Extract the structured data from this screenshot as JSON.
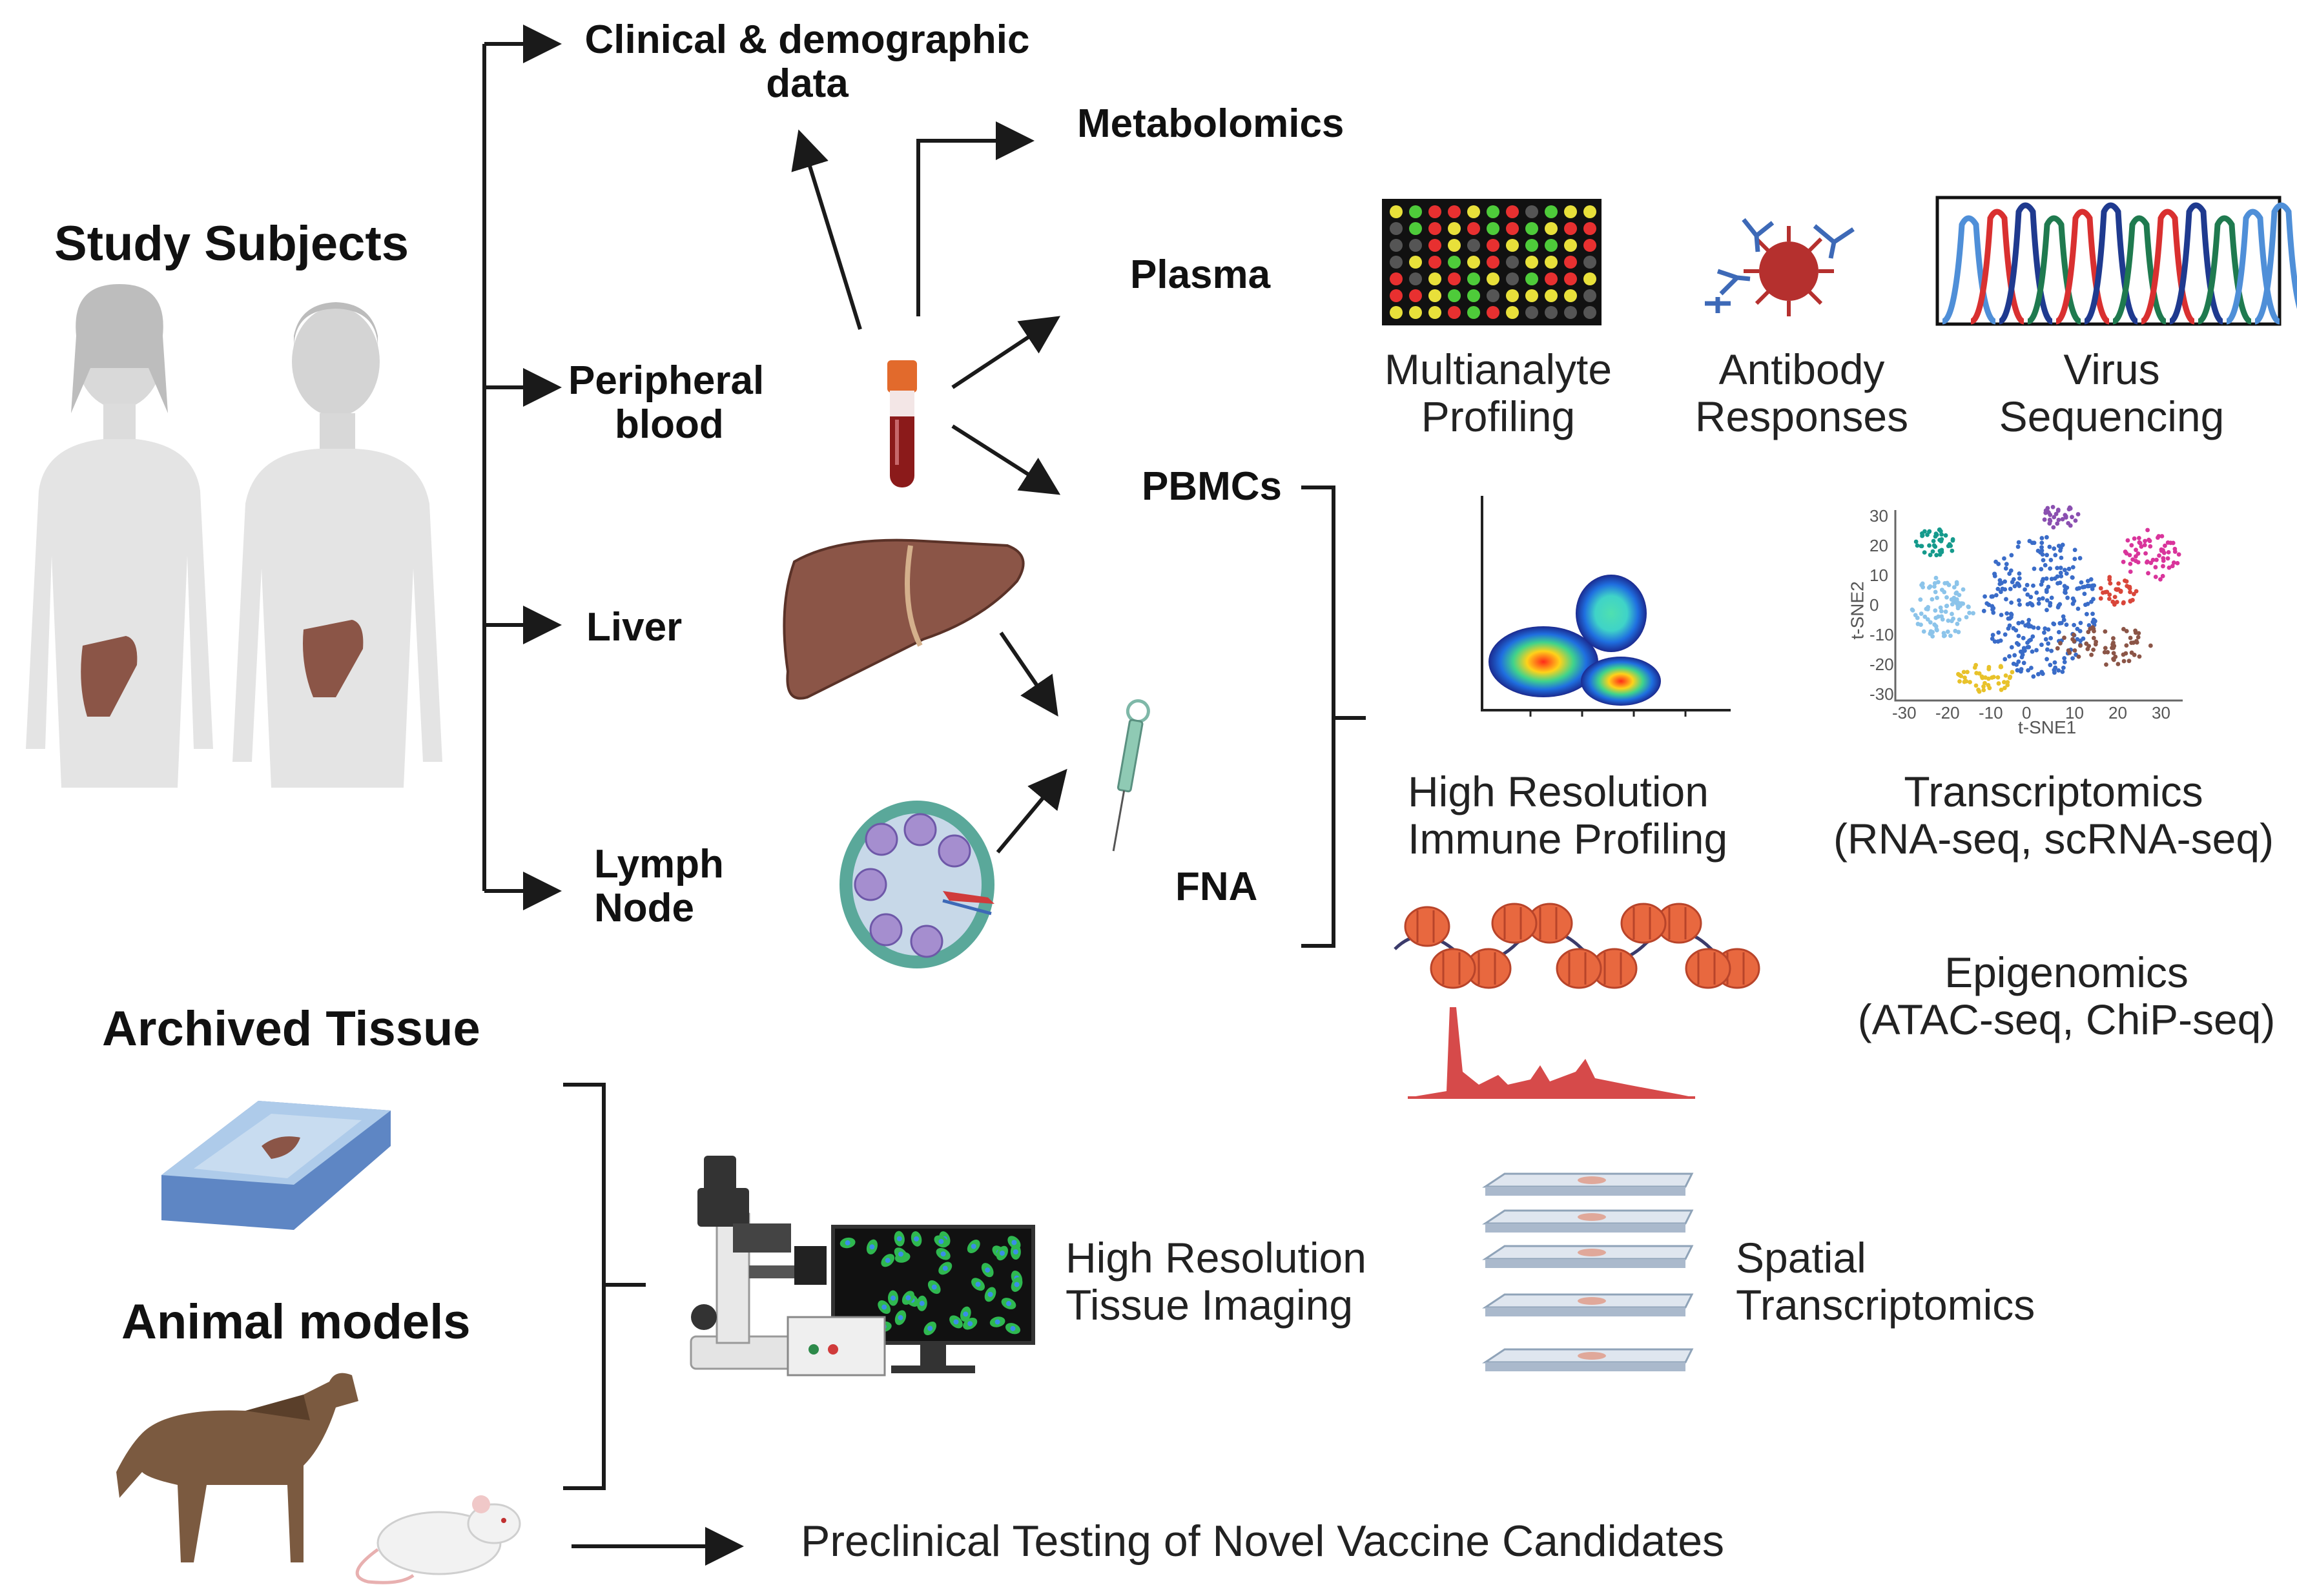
{
  "labels": {
    "study_subjects": "Study Subjects",
    "clinical_line1": "Clinical & demographic",
    "clinical_line2": "data",
    "metabolomics": "Metabolomics",
    "plasma": "Plasma",
    "peripheral_line1": "Peripheral",
    "peripheral_line2": "blood",
    "pbmcs": "PBMCs",
    "liver": "Liver",
    "lymph_line1": "Lymph",
    "lymph_line2": "Node",
    "fna": "FNA",
    "multianalyte_line1": "Multianalyte",
    "multianalyte_line2": "Profiling",
    "antibody_line1": "Antibody",
    "antibody_line2": "Responses",
    "virus_line1": "Virus",
    "virus_line2": "Sequencing",
    "immune_line1": "High Resolution",
    "immune_line2": "Immune Profiling",
    "transcriptomics_line1": "Transcriptomics",
    "transcriptomics_line2": "(RNA-seq, scRNA-seq)",
    "epigenomics_line1": "Epigenomics",
    "epigenomics_line2": "(ATAC-seq, ChiP-seq)",
    "archived_tissue": "Archived Tissue",
    "animal_models": "Animal models",
    "tissue_imaging_line1": "High Resolution",
    "tissue_imaging_line2": "Tissue Imaging",
    "spatial_line1": "Spatial",
    "spatial_line2": "Transcriptomics",
    "preclinical": "Preclinical Testing of Novel Vaccine Candidates"
  },
  "tsne": {
    "xlabel": "t-SNE1",
    "ylabel": "t-SNE2",
    "x_ticks": [
      "-30",
      "-20",
      "-10",
      "0",
      "10",
      "20",
      "30"
    ],
    "y_ticks": [
      "30",
      "20",
      "10",
      "0",
      "-10",
      "-20",
      "-30"
    ]
  },
  "colors": {
    "text": "#111111",
    "arrow": "#1a1a1a",
    "liver": "#8b5547",
    "blood": "#8b1a1a",
    "cap": "#e26a2c",
    "nucleosome": "#e8683f",
    "peak": "#d64a4a",
    "virus": "#b5302e",
    "antibody": "#3d69b7",
    "seq_blue": "#4f8fd8",
    "seq_red": "#d93030",
    "seq_green": "#1f7a4f",
    "seq_navy": "#1f3a8f",
    "slide": "#aab9cc",
    "horse": "#7b5a40"
  },
  "icons": [
    "female-body-icon",
    "male-body-icon",
    "blood-tube-icon",
    "liver-icon",
    "lymph-node-icon",
    "syringe-icon",
    "microarray-icon",
    "virus-antibody-icon",
    "sequencing-chromatogram-icon",
    "flow-cytometry-plot-icon",
    "tsne-plot-icon",
    "nucleosome-chain-icon",
    "peak-track-icon",
    "tissue-slide-icon",
    "microscope-icon",
    "monitor-icon",
    "slide-stack-icon",
    "horse-icon",
    "mouse-icon"
  ]
}
